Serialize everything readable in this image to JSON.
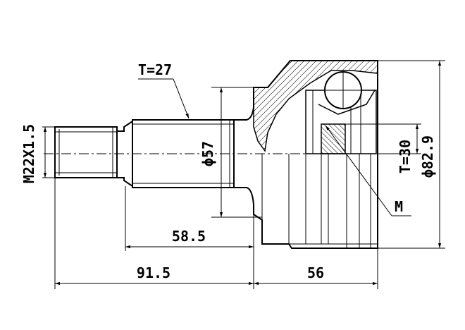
{
  "drawing": {
    "part": "cv-joint-outer",
    "labels": {
      "thread": "M22X1.5",
      "spline_t": "T=27",
      "shaft_dia": "ϕ57",
      "len_inner": "58.5",
      "len_total": "91.5",
      "bell_len": "56",
      "inner_t": "T=30",
      "bell_dia": "ϕ82.9",
      "ring": "M"
    }
  }
}
